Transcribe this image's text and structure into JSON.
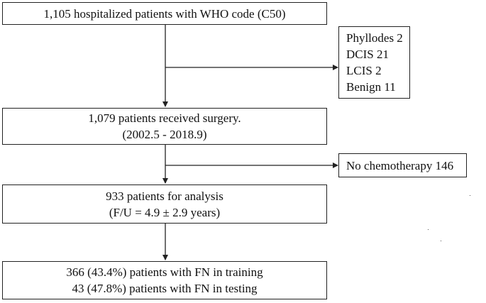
{
  "flowchart": {
    "box1": {
      "lines": [
        "1,105 hospitalized patients with WHO code (C50)"
      ]
    },
    "exclusion1": {
      "lines": [
        "Phyllodes 2",
        "DCIS 21",
        "LCIS 2",
        "Benign 11"
      ]
    },
    "box2": {
      "lines": [
        "1,079 patients received surgery.",
        "(2002.5 - 2018.9)"
      ]
    },
    "exclusion2": {
      "lines": [
        "No chemotherapy 146"
      ]
    },
    "box3": {
      "lines": [
        "933 patients for analysis",
        "(F/U = 4.9 ± 2.9 years)"
      ]
    },
    "box4": {
      "lines": [
        "366 (43.4%) patients with FN in training",
        "43 (47.8%) patients with FN in testing"
      ]
    }
  }
}
